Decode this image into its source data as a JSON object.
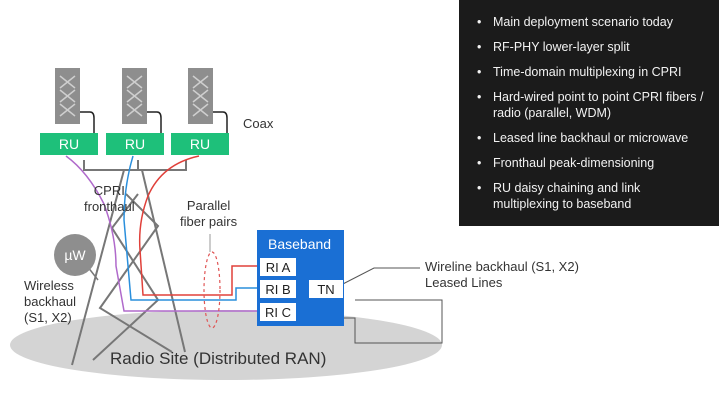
{
  "antennas": [
    {
      "icon": "antenna-icon"
    },
    {
      "icon": "antenna-icon"
    },
    {
      "icon": "antenna-icon"
    }
  ],
  "radio_units": [
    "RU",
    "RU",
    "RU"
  ],
  "labels": {
    "coax": "Coax",
    "cpri_fronthaul": [
      "CPRI",
      "fronthaul"
    ],
    "parallel_fiber_pairs": [
      "Parallel",
      "fiber pairs"
    ],
    "microwave": "µW",
    "wireless_backhaul": [
      "Wireless",
      "backhaul",
      "(S1, X2)"
    ],
    "radio_site": "Radio Site (Distributed RAN)",
    "wireline_backhaul": [
      "Wireline backhaul (S1, X2)",
      "Leased Lines"
    ]
  },
  "baseband": {
    "title": "Baseband",
    "interfaces": [
      "RI A",
      "RI B",
      "RI C"
    ],
    "transport": "TN"
  },
  "bullets": [
    "Main deployment scenario today",
    "RF-PHY lower-layer split",
    "Time-domain multiplexing in CPRI",
    "Hard-wired point to point CPRI fibers / radio (parallel, WDM)",
    "Leased line backhaul or microwave",
    "Fronthaul peak-dimensioning",
    "RU daisy chaining and link multiplexing to baseband"
  ],
  "colors": {
    "ru": "#1ec07a",
    "baseband": "#1a6fd4",
    "link_a": "#e0403a",
    "link_b": "#2a8fdc",
    "link_c": "#b06acb",
    "panel": "#1b1b1b"
  }
}
